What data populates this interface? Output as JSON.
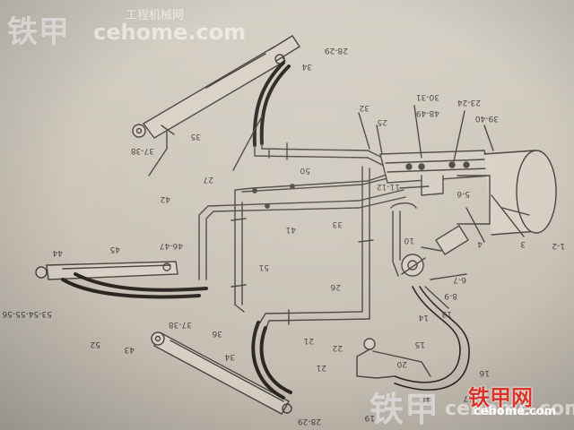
{
  "watermark_top": {
    "brand": "铁甲",
    "site": "工程机械网",
    "url": "cehome.com"
  },
  "watermark_bottom": {
    "brand": "铁甲",
    "url": "cehome.com"
  },
  "watermark_logo": {
    "brand": "铁甲网",
    "url": "cehome.com"
  },
  "labels": {
    "l_2829_top": "28-29",
    "l_34_top": "34",
    "l_35": "35",
    "l_3738_top": "37-38",
    "l_27": "27",
    "l_32": "32",
    "l_25": "25",
    "l_3031": "30-31",
    "l_4849": "48-49",
    "l_2324": "23-24",
    "l_3940": "39-40",
    "l_1112": "11-12",
    "l_50": "50",
    "l_42": "42",
    "l_41": "41",
    "l_33": "33",
    "l_10": "10",
    "l_4": "4",
    "l_3": "3",
    "l_12": "1-2",
    "l_56": "5-6",
    "l_67": "6-7",
    "l_89": "8-9",
    "l_13": "13",
    "l_14": "14",
    "l_15": "15",
    "l_16": "16",
    "l_44": "44",
    "l_45": "45",
    "l_4647": "46-47",
    "l_51": "51",
    "l_26": "26",
    "l_53": "53-54-55-56",
    "l_52": "52",
    "l_43": "43",
    "l_3738_bot": "37-38",
    "l_36": "36",
    "l_34_bot": "34",
    "l_21a": "21",
    "l_22": "22",
    "l_21b": "21",
    "l_20": "20",
    "l_18": "18",
    "l_19": "19",
    "l_17": "17",
    "l_2829_bot": "28-29"
  },
  "colors": {
    "paper": "#cfc9bd",
    "ink": "#4a4540",
    "hose": "#2b2622",
    "watermark_red": "#d9342b"
  }
}
